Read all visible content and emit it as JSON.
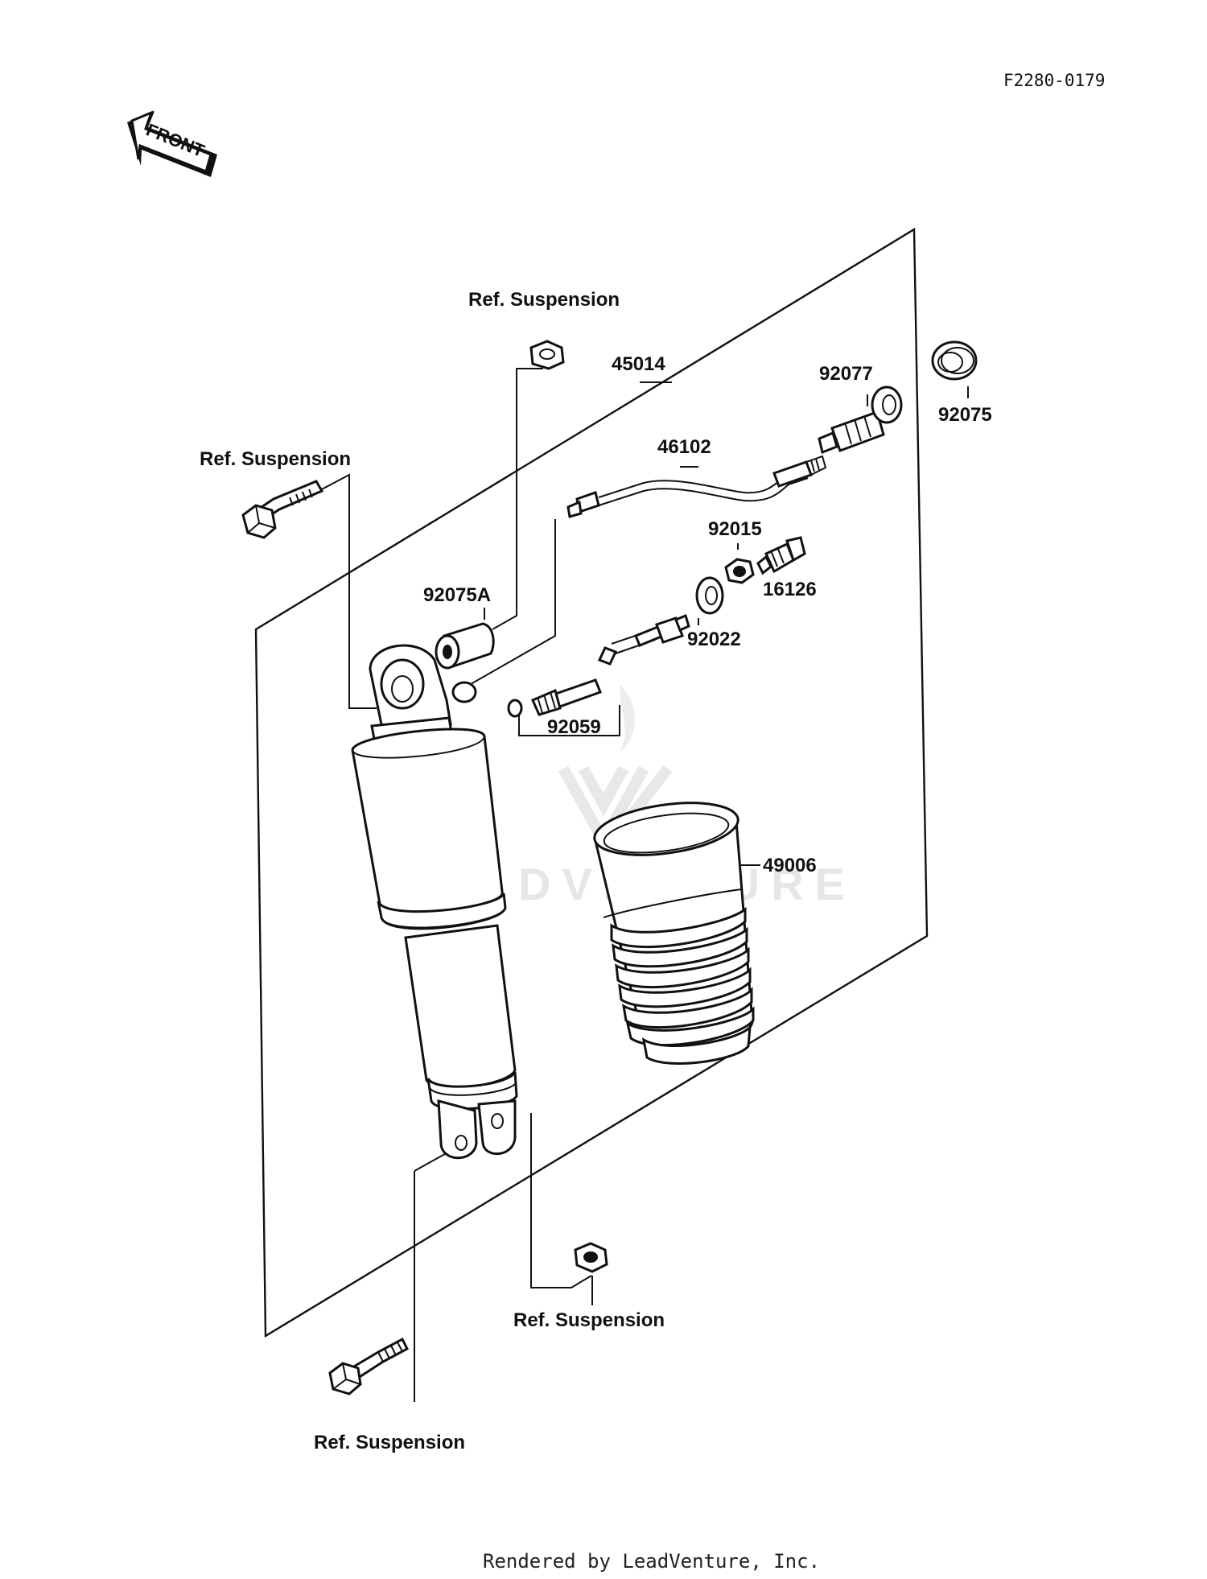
{
  "diagram_code": "F2280-0179",
  "front_arrow": {
    "label": "FRONT",
    "icon": "front-arrow-icon"
  },
  "parts": {
    "p45014": "45014",
    "p46102": "46102",
    "p92077": "92077",
    "p92075": "92075",
    "p92015": "92015",
    "p16126": "16126",
    "p92022": "92022",
    "p92075A": "92075A",
    "p92059": "92059",
    "p49006": "49006"
  },
  "references": {
    "top_nut": "Ref. Suspension",
    "top_bolt": "Ref. Suspension",
    "bottom_nut": "Ref. Suspension",
    "bottom_bolt": "Ref. Suspension"
  },
  "watermark": "LEADVENTURE",
  "footer": "Rendered by LeadVenture, Inc."
}
